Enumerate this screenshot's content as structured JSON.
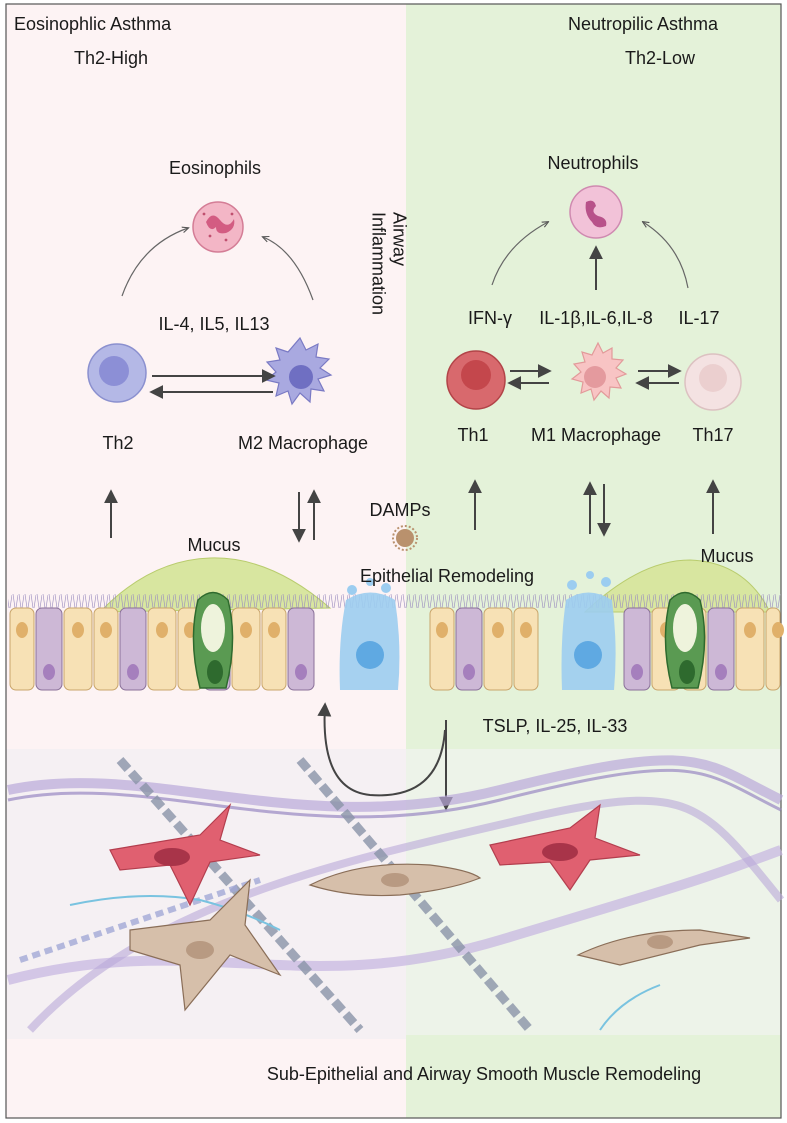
{
  "left_panel": {
    "title": "Eosinophlic Asthma",
    "subtitle": "Th2-High",
    "cell_label": "Eosinophils",
    "cytokines": "IL-4, IL5, IL13",
    "th_label": "Th2",
    "macrophage_label": "M2 Macrophage",
    "mucus_label": "Mucus",
    "colors": {
      "background": "#fdf3f4",
      "th2_cell": "#b4b8e6",
      "macrophage": "#a9a9e0",
      "eosinophil": "#f0a8bc"
    }
  },
  "right_panel": {
    "title": "Neutropilic Asthma",
    "subtitle": "Th2-Low",
    "cell_label": "Neutrophils",
    "cytokine_ifn": "IFN-γ",
    "cytokine_il1": "IL-1β,IL-6,IL-8",
    "cytokine_il17": "IL-17",
    "th1_label": "Th1",
    "macrophage_label": "M1 Macrophage",
    "th17_label": "Th17",
    "mucus_label": "Mucus",
    "colors": {
      "background": "#e4f2d9",
      "th1_cell": "#d45a5f",
      "macrophage": "#f6b3b8",
      "th17_cell": "#f0dcdc",
      "neutrophil": "#f2b8d4"
    }
  },
  "center": {
    "airway_line1": "Airway",
    "airway_line2": "Inflammation",
    "damps_label": "DAMPs",
    "epithelial_label": "Epithelial Remodeling",
    "alarmins_label": "TSLP, IL-25, IL-33"
  },
  "bottom": {
    "caption": "Sub-Epithelial and Airway Smooth Muscle Remodeling"
  },
  "colors": {
    "arrow": "#444444",
    "epithelial_cell_light": "#f7e1b5",
    "epithelial_cell_purple": "#cdb8d6",
    "goblet_cell": "#4a8a4a",
    "mucus": "#d8e6a0",
    "damaged_cell": "#9ccdf0",
    "myofibroblast": "#e06070",
    "fibroblast": "#d6bfaa",
    "fiber": "#b9a8d8"
  }
}
